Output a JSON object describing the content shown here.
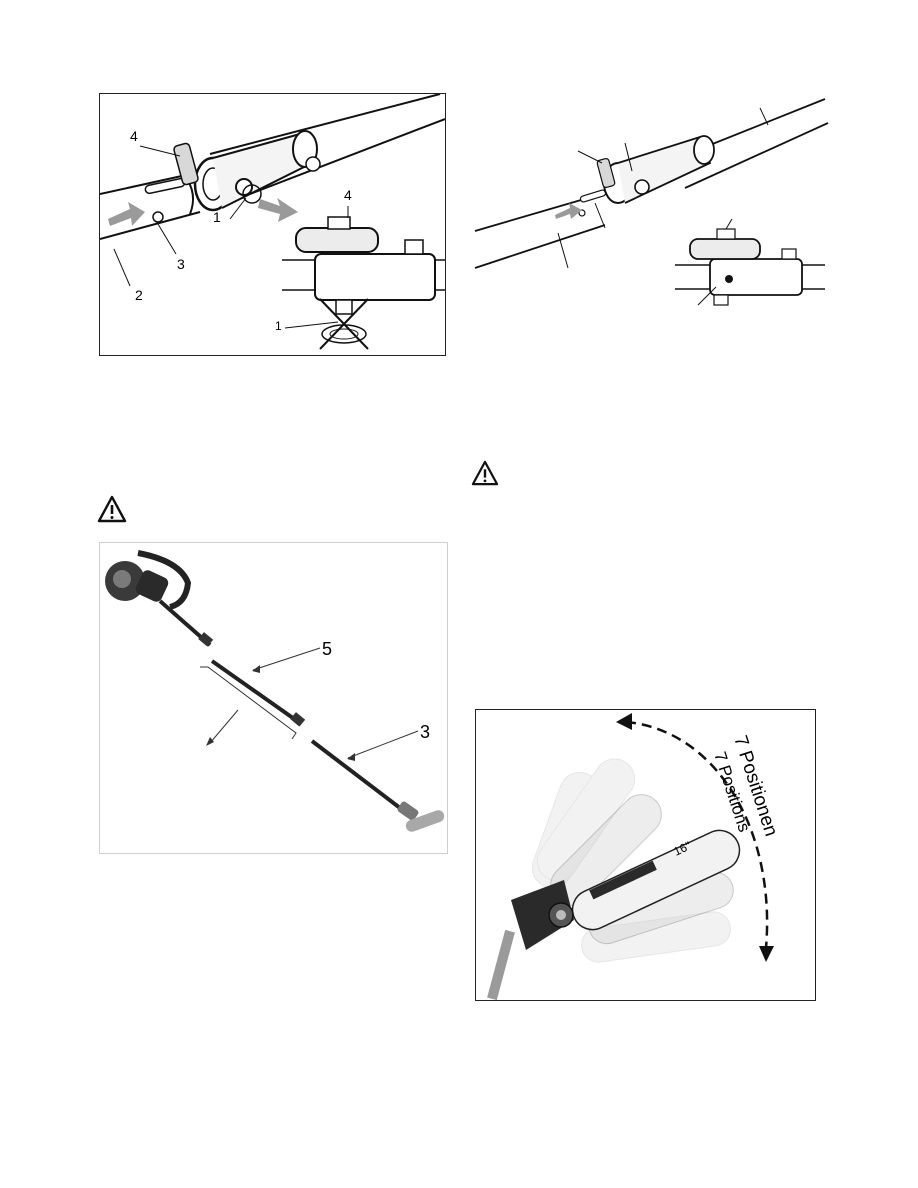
{
  "figure1": {
    "labels": [
      "4",
      "1",
      "3",
      "2",
      "4",
      "1"
    ]
  },
  "figure3": {
    "labels": [
      "5",
      "3"
    ]
  },
  "figure4": {
    "text_de": "7 Positionen",
    "text_en": "7 Positions",
    "bar_text": "16\""
  },
  "icons": [
    "warning-triangle-icon",
    "warning-triangle-icon"
  ]
}
